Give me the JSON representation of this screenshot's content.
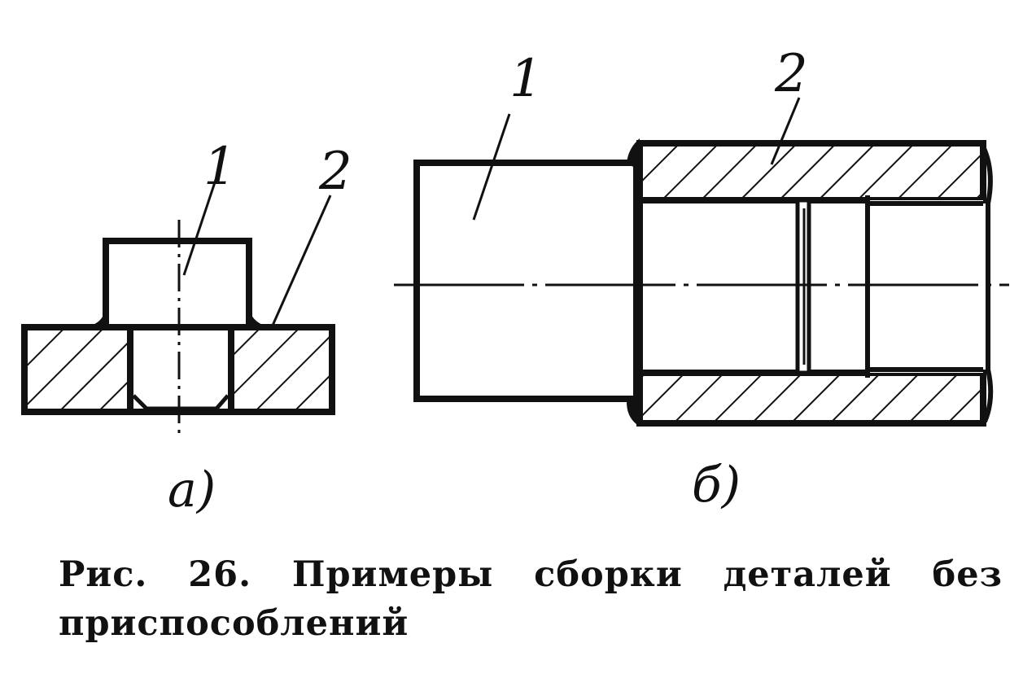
{
  "figure": {
    "view_a": {
      "sublabel": "а)",
      "callouts": [
        "1",
        "2"
      ]
    },
    "view_b": {
      "sublabel": "б)",
      "callouts": [
        "1",
        "2"
      ]
    }
  },
  "caption": {
    "line1": "Рис. 26. Примеры сборки деталей без",
    "line2": "приспособлений"
  },
  "colors": {
    "ink": "#111111",
    "background": "#ffffff"
  }
}
